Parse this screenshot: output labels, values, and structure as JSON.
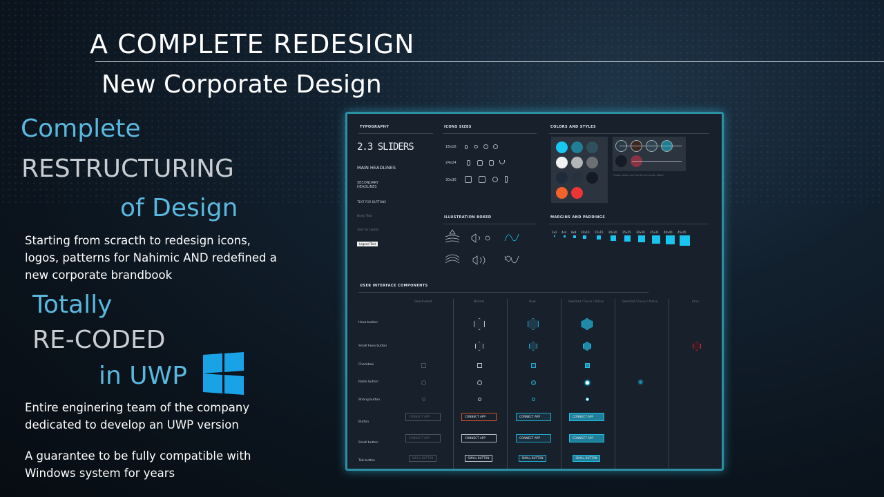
{
  "slide": {
    "title": "A COMPLETE REDESIGN",
    "subtitle": "New Corporate Design"
  },
  "left": {
    "line1": "Complete",
    "line2": "RESTRUCTURING",
    "line3": "of Design",
    "para1": "Starting from scracth to redesign icons, logos, patterns for Nahimic AND redefined a new corporate brandbook",
    "line4": "Totally",
    "line5": "RE-CODED",
    "line6": "in UWP",
    "para2": "Entire enginering team of the company dedicated to develop an UWP version",
    "para3": "A guarantee to be fully compatible with Windows system for years",
    "logo_icon": "windows-logo-icon",
    "accent_color": "#5ab8de"
  },
  "mockup": {
    "typography": {
      "heading": "TYPOGRAPHY",
      "sample_large": "2.3 SLIDERS",
      "main_headlines": "MAIN HEADLINES",
      "secondary_headlines": "SECONDARY HEADLINES",
      "text_for_buttons": "TEXT FOR BUTTONS",
      "body_text": "Body Text",
      "text_for_labels": "Text for labels",
      "legend_text": "Legend Text"
    },
    "icons": {
      "heading": "ICONS SIZES",
      "sizes": [
        "16x16",
        "24x24",
        "30x30"
      ]
    },
    "colors": {
      "heading": "COLORS AND STYLES",
      "note": "These styles use the Acrylic brush effect",
      "palette": [
        "#17c9f0",
        "#1e7f96",
        "#31505e",
        "#f2f2f2",
        "#b3b5b7",
        "#6c6f73",
        "#1e2b3a",
        "#28323f",
        "#141b24",
        "#f2622a",
        "#ee3535"
      ],
      "sliders": [
        "#2a3947",
        "#3b2620",
        "#2f4450",
        "#1f7d92"
      ]
    },
    "illustration": {
      "heading": "ILLUSTRATION BOXED"
    },
    "margins": {
      "heading": "MARGINS AND PADDINGS",
      "sizes": [
        "2x2",
        "4x4",
        "8x8",
        "10x10",
        "15x15",
        "20x20",
        "25x25",
        "30x30",
        "35x35",
        "40x40",
        "45x45"
      ]
    },
    "ui": {
      "heading": "USER INTERFACE COMPONENTS",
      "columns": [
        "Deactivated",
        "Normal",
        "Over",
        "Selected / Focus / Active",
        "Selected / Focus / Active",
        "Error"
      ],
      "rows": [
        "Hexa button",
        "Small hexa button",
        "Checkbox",
        "Radio button",
        "Strong button",
        "Button",
        "Small button",
        "Tab button"
      ],
      "connect_label": "CONNECT APP",
      "small_button_label": "SMALL BUTTON",
      "accent": "#22a9cc",
      "error": "#c0344a"
    }
  }
}
